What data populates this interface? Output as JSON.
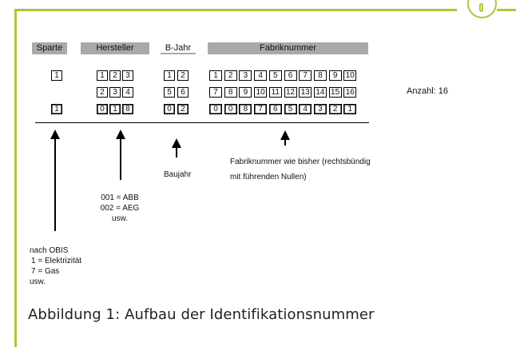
{
  "headers": {
    "sparte": "Sparte",
    "hersteller": "Hersteller",
    "bjahr": "B-Jahr",
    "fabriknummer": "Fabriknummer"
  },
  "sparte": {
    "row1": [
      "1"
    ],
    "row2": [
      "1"
    ]
  },
  "hersteller": {
    "row1": [
      "1",
      "2",
      "3"
    ],
    "row2": [
      "2",
      "3",
      "4"
    ],
    "row3": [
      "0",
      "1",
      "8"
    ]
  },
  "bjahr": {
    "row1": [
      "1",
      "2"
    ],
    "row2": [
      "5",
      "6"
    ],
    "row3": [
      "0",
      "2"
    ]
  },
  "fabrik": {
    "row1": [
      "1",
      "2",
      "3",
      "4",
      "5",
      "6",
      "7",
      "8",
      "9",
      "10"
    ],
    "row2": [
      "7",
      "8",
      "9",
      "10",
      "11",
      "12",
      "13",
      "14",
      "15",
      "16"
    ],
    "row3": [
      "0",
      "0",
      "8",
      "7",
      "6",
      "5",
      "4",
      "3",
      "2",
      "1"
    ]
  },
  "anzahl": "Anzahl: 16",
  "notes": {
    "fabrik_line1": "Fabriknummer wie bisher (rechtsbündig",
    "fabrik_line2": "mit führenden Nullen)",
    "baujahr": "Baujahr",
    "hersteller_line1": "001 = ABB",
    "hersteller_line2": "002 = AEG",
    "hersteller_line3": "usw.",
    "sparte_line1": "nach OBIS",
    "sparte_line2": "1 = Elektrizität",
    "sparte_line3": "7 = Gas",
    "sparte_line4": "usw."
  },
  "caption": "Abbildung 1: Aufbau der Identifikationsnummer",
  "colors": {
    "accent": "#a6c939",
    "header_grey": "#a9a9a9"
  },
  "icons": {
    "corner": "info-icon"
  }
}
